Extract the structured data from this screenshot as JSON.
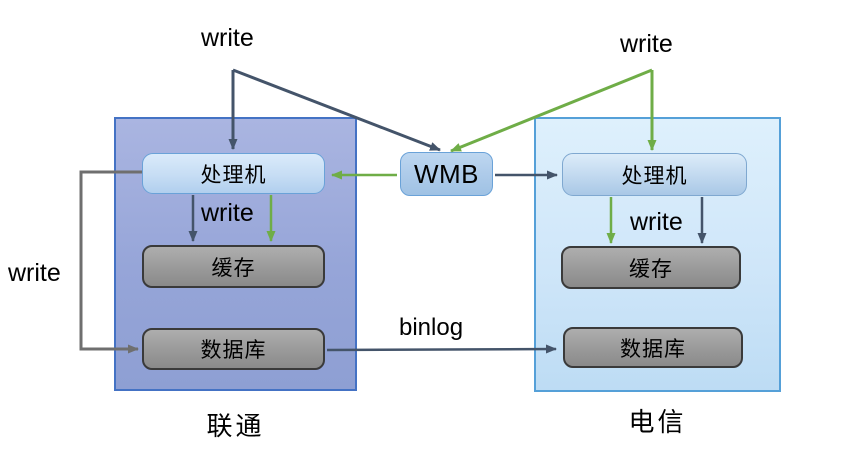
{
  "diagram_title": "dual-datacenter write replication diagram",
  "colors": {
    "green": "#6fad47",
    "dark": "#44546a",
    "gray": "#6f6f6f",
    "left_border": "#4472c4",
    "right_border": "#55a0d8",
    "blue_box_border": "#6aa2d8",
    "gray_box_border": "#3a3a3a"
  },
  "middleware": {
    "label": "WMB"
  },
  "regions": {
    "left": {
      "label": "联通",
      "processor": "处理机",
      "cache": "缓存",
      "database": "数据库"
    },
    "right": {
      "label": "电信",
      "processor": "处理机",
      "cache": "缓存",
      "database": "数据库"
    }
  },
  "edge_labels": {
    "write_top_left": "write",
    "write_top_right": "write",
    "write_inner_left": "write",
    "write_inner_right": "write",
    "write_loop_left": "write",
    "binlog": "binlog"
  }
}
